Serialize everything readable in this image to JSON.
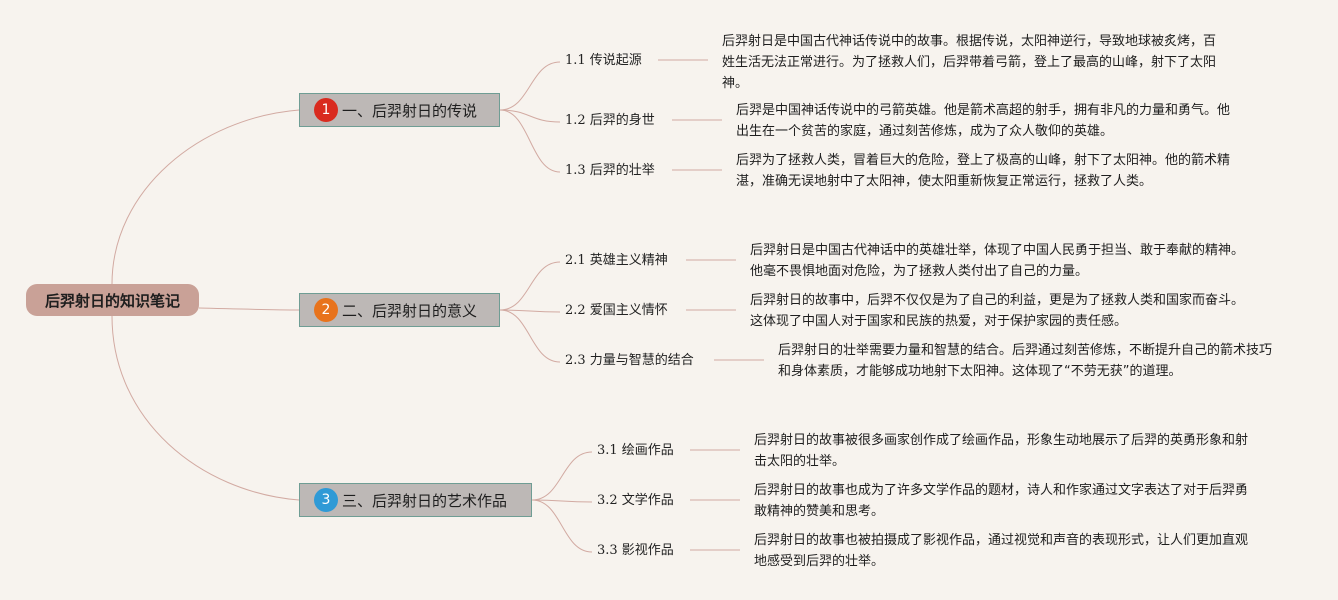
{
  "root": {
    "label": "后羿射日的知识笔记"
  },
  "colors": {
    "root_fill": "#c9a197",
    "branch_fill": "#bdb8b6",
    "branch_border": "#6f9d94",
    "connector": "#d2aaa2",
    "badges": [
      "#d92b1f",
      "#e8731c",
      "#2f9ad6"
    ]
  },
  "branches": [
    {
      "badge": "1",
      "label": "一、后羿射日的传说",
      "topics": [
        {
          "label": "1.1 传说起源",
          "desc": "后羿射日是中国古代神话传说中的故事。根据传说，太阳神逆行，导致地球被炙烤，百姓生活无法正常进行。为了拯救人们，后羿带着弓箭，登上了最高的山峰，射下了太阳神。"
        },
        {
          "label": "1.2 后羿的身世",
          "desc": "后羿是中国神话传说中的弓箭英雄。他是箭术高超的射手，拥有非凡的力量和勇气。他出生在一个贫苦的家庭，通过刻苦修炼，成为了众人敬仰的英雄。"
        },
        {
          "label": "1.3 后羿的壮举",
          "desc": "后羿为了拯救人类，冒着巨大的危险，登上了极高的山峰，射下了太阳神。他的箭术精湛，准确无误地射中了太阳神，使太阳重新恢复正常运行，拯救了人类。"
        }
      ]
    },
    {
      "badge": "2",
      "label": "二、后羿射日的意义",
      "topics": [
        {
          "label": "2.1 英雄主义精神",
          "desc": "后羿射日是中国古代神话中的英雄壮举，体现了中国人民勇于担当、敢于奉献的精神。他毫不畏惧地面对危险，为了拯救人类付出了自己的力量。"
        },
        {
          "label": "2.2 爱国主义情怀",
          "desc": "后羿射日的故事中，后羿不仅仅是为了自己的利益，更是为了拯救人类和国家而奋斗。这体现了中国人对于国家和民族的热爱，对于保护家园的责任感。"
        },
        {
          "label": "2.3 力量与智慧的结合",
          "desc": "后羿射日的壮举需要力量和智慧的结合。后羿通过刻苦修炼，不断提升自己的箭术技巧和身体素质，才能够成功地射下太阳神。这体现了“不劳无获”的道理。"
        }
      ]
    },
    {
      "badge": "3",
      "label": "三、后羿射日的艺术作品",
      "topics": [
        {
          "label": "3.1 绘画作品",
          "desc": "后羿射日的故事被很多画家创作成了绘画作品，形象生动地展示了后羿的英勇形象和射击太阳的壮举。"
        },
        {
          "label": "3.2 文学作品",
          "desc": "后羿射日的故事也成为了许多文学作品的题材，诗人和作家通过文字表达了对于后羿勇敢精神的赞美和思考。"
        },
        {
          "label": "3.3 影视作品",
          "desc": "后羿射日的故事也被拍摄成了影视作品，通过视觉和声音的表现形式，让人们更加直观地感受到后羿的壮举。"
        }
      ]
    }
  ]
}
